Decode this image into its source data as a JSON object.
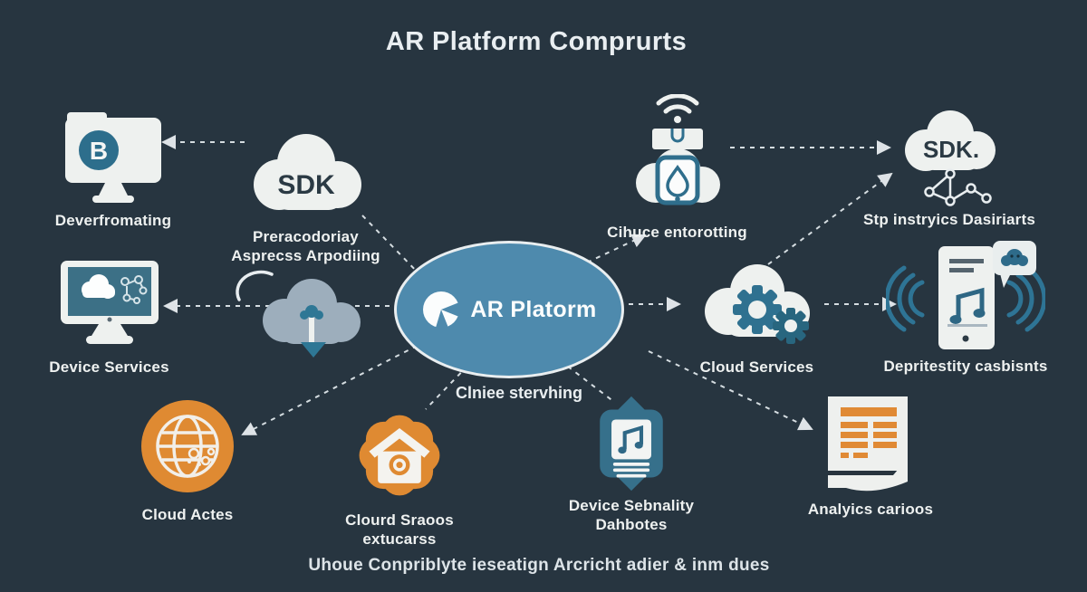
{
  "title": "AR Platform Comprurts",
  "footer": "Uhoue Conpriblyte ieseatign Arcricht adier & inm dues",
  "colors": {
    "background": "#273540",
    "ellipse_fill": "#4e8aad",
    "teal_accent": "#2e6f8e",
    "orange_accent": "#df8a32",
    "cloud_white": "#eef1ef",
    "gray_cloud": "#9daebc",
    "text": "#eef1f0"
  },
  "center": {
    "label": "AR Platorm",
    "note": "Clniee stervhing"
  },
  "nodes": {
    "device_formatting": {
      "label": "Deverfromating",
      "icon": "folder-bluetooth-monitor-icon"
    },
    "sdk_cloud": {
      "badge": "SDK",
      "caption1": "Preracodoriay",
      "caption2": "Asprecss Arpodiing",
      "icon": "cloud-icon"
    },
    "device_onboarding": {
      "label": "Cihuce entorotting",
      "icon": "wifi-device-drop-icon"
    },
    "sdk_analytics": {
      "badge": "SDK.",
      "label": "Stp instryics Dasiriarts",
      "icon": "cloud-network-icon"
    },
    "device_services": {
      "label": "Device Services",
      "icon": "monitor-cloud-icon"
    },
    "cloud_download": {
      "icon": "cloud-download-arrow-icon"
    },
    "cloud_services": {
      "label": "Cloud Services",
      "icon": "cloud-gears-icon"
    },
    "device_capabilities": {
      "label": "Depritestity casbisnts",
      "icon": "phone-music-waves-icon"
    },
    "cloud_access": {
      "label": "Cloud Actes",
      "icon": "globe-icon"
    },
    "cloud_storage": {
      "label1": "Clourd Sraoos",
      "label2": "extucarss",
      "icon": "home-seal-icon"
    },
    "device_database": {
      "label1": "Device Sebnality",
      "label2": "Dahbotes",
      "icon": "music-hex-badge-icon"
    },
    "analytics": {
      "label": "Analyics carioos",
      "icon": "report-document-icon"
    }
  }
}
